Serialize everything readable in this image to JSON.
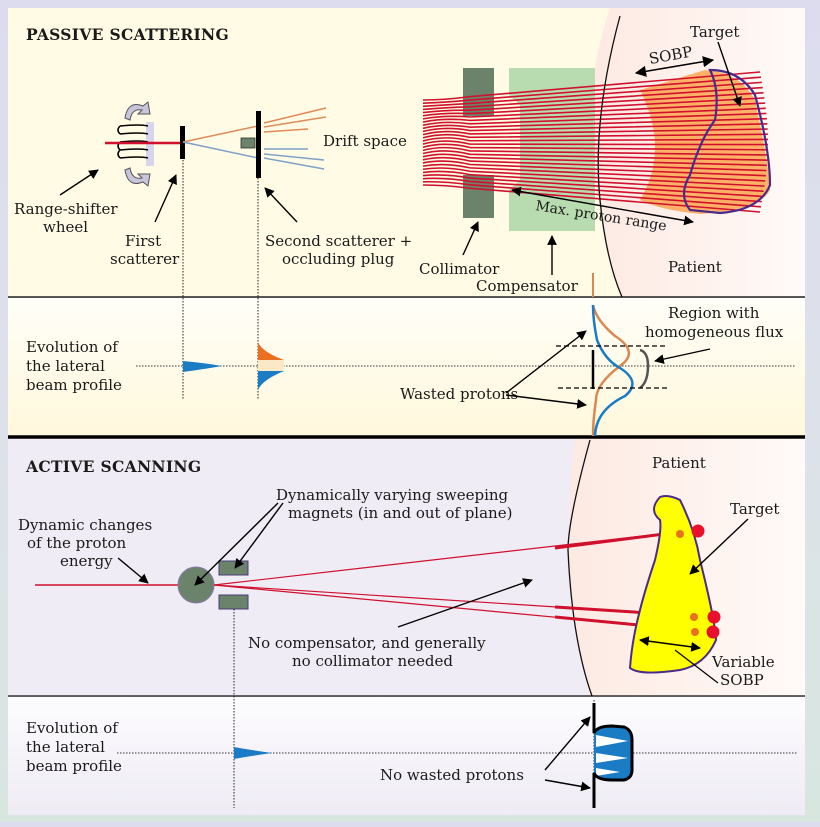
{
  "passive": {
    "title": "PASSIVE SCATTERING",
    "labels": {
      "range_shifter": [
        "Range-shifter",
        "wheel"
      ],
      "first_scatterer": [
        "First",
        "scatterer"
      ],
      "second_scatterer": [
        "Second scatterer +",
        "occluding plug"
      ],
      "drift_space": "Drift space",
      "collimator": "Collimator",
      "compensator": "Compensator",
      "max_range": "Max. proton range",
      "sobp": "SOBP",
      "target": "Target",
      "patient": "Patient"
    },
    "profile": {
      "label": [
        "Evolution of",
        "the lateral",
        "beam profile"
      ],
      "wasted": "Wasted protons",
      "region": [
        "Region with",
        "homogeneous flux"
      ]
    }
  },
  "active": {
    "title": "ACTIVE SCANNING",
    "labels": {
      "dynamic_energy": [
        "Dynamic changes",
        "of the proton",
        "energy"
      ],
      "magnets": [
        "Dynamically varying sweeping",
        "magnets (in and out of plane)"
      ],
      "no_compensator": [
        "No compensator, and generally",
        "no collimator needed"
      ],
      "patient": "Patient",
      "target": "Target",
      "variable_sobp": [
        "Variable",
        "SOBP"
      ]
    },
    "profile": {
      "label": [
        "Evolution of",
        "the lateral",
        "beam profile"
      ],
      "no_wasted": "No wasted protons"
    }
  },
  "colors": {
    "passive_bg": "#fffbe6",
    "active_bg": "#f0ecf6",
    "patient_bg": "#fdeee8",
    "beam_red": "#d0102c",
    "orange": "#e87020",
    "blue": "#1a7cc4",
    "collimator": "#6b826b",
    "compensator": "#b8dcb0",
    "target_yellow": "#ffff00",
    "outline_purple": "#4a2a8a"
  }
}
